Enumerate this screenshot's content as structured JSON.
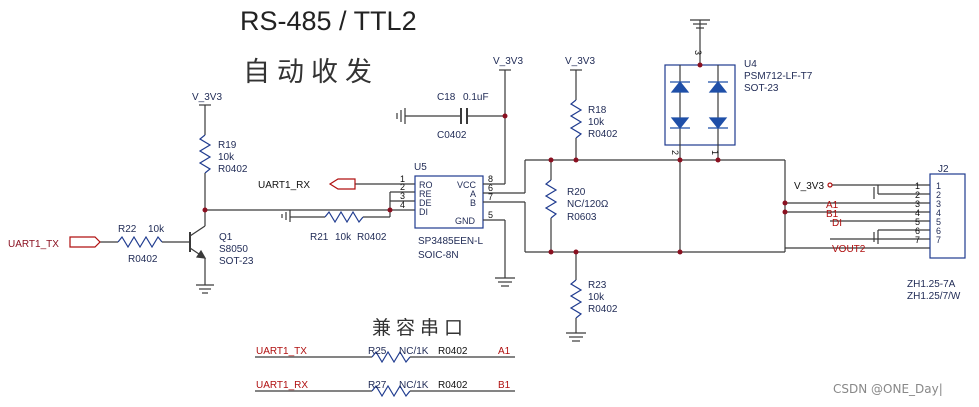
{
  "title": "RS-485 / TTL2",
  "subtitle": "自动收发",
  "compat_label": "兼容串口",
  "watermark": "CSDN @ONE_Day|",
  "colors": {
    "wire": "#3a3a3a",
    "part": "#1f3b8f",
    "net": "#b01010",
    "diode": "#1f4fa8"
  },
  "power": {
    "v3v3": "V_3V3",
    "gnd_pin": "3"
  },
  "nets": {
    "uart_rx": "UART1_RX",
    "uart_tx": "UART1_TX",
    "a1": "A1",
    "b1": "B1",
    "di": "DI",
    "vout2": "VOUT2"
  },
  "q1": {
    "ref": "Q1",
    "part": "S8050",
    "pkg": "SOT-23"
  },
  "r22": {
    "ref": "R22",
    "value": "10k",
    "pkg": "R0402"
  },
  "r19": {
    "ref": "R19",
    "value": "10k",
    "pkg": "R0402"
  },
  "r21": {
    "ref": "R21",
    "value": "10k",
    "pkg": "R0402"
  },
  "c18": {
    "ref": "C18",
    "value": "0.1uF",
    "pkg": "C0402"
  },
  "u5": {
    "ref": "U5",
    "part": "SP3485EEN-L",
    "pkg": "SOIC-8N",
    "left_pins": [
      {
        "num": "1",
        "name": "RO"
      },
      {
        "num": "2",
        "name": "RE"
      },
      {
        "num": "3",
        "name": "DE"
      },
      {
        "num": "4",
        "name": "DI"
      }
    ],
    "right_pins": [
      {
        "num": "8",
        "name": "VCC"
      },
      {
        "num": "6",
        "name": "A"
      },
      {
        "num": "7",
        "name": "B"
      },
      {
        "num": "5",
        "name": "GND"
      }
    ]
  },
  "r18": {
    "ref": "R18",
    "value": "10k",
    "pkg": "R0402"
  },
  "r20": {
    "ref": "R20",
    "value": "NC/120Ω",
    "pkg": "R0603"
  },
  "r23": {
    "ref": "R23",
    "value": "10k",
    "pkg": "R0402"
  },
  "u4": {
    "ref": "U4",
    "part": "PSM712-LF-T7",
    "pkg": "SOT-23",
    "pin2": "2",
    "pin1": "1"
  },
  "j2": {
    "ref": "J2",
    "part": "ZH1.25-7A",
    "part2": "ZH1.25/7/W",
    "pins": [
      "1",
      "2",
      "3",
      "4",
      "5",
      "6",
      "7"
    ]
  },
  "r25": {
    "ref": "R25",
    "value": "NC/1K",
    "pkg": "R0402",
    "net_left": "UART1_TX",
    "net_right": "A1"
  },
  "r27": {
    "ref": "R27",
    "value": "NC/1K",
    "pkg": "R0402",
    "net_left": "UART1_RX",
    "net_right": "B1"
  }
}
